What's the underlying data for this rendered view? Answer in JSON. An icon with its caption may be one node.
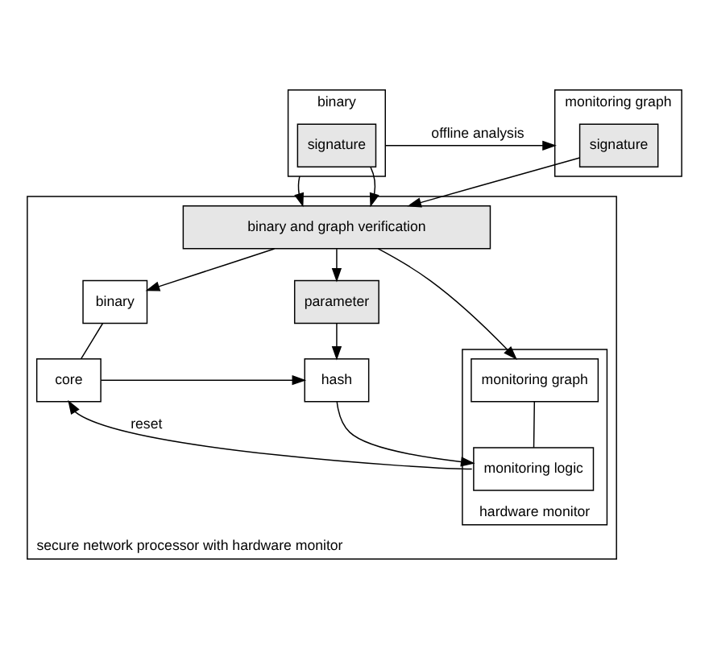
{
  "diagram": {
    "nodes": [
      {
        "text": [
          "binary"
        ]
      },
      {
        "text": [
          "signature"
        ],
        "in": 0
      },
      {
        "text": [
          "monitoring graph"
        ]
      },
      {
        "text": [
          "signature"
        ],
        "in": 2
      },
      {
        "text": [
          "secure network processor with hardware monitor"
        ]
      },
      {
        "text": [
          "binary and graph verification"
        ],
        "in": 4
      },
      {
        "text": [
          "binary"
        ],
        "in": 4
      },
      {
        "text": [
          "core"
        ],
        "in": 4
      },
      {
        "text": [
          "parameter"
        ],
        "in": 4
      },
      {
        "text": [
          "hash"
        ],
        "in": 4
      },
      {
        "text": [
          "hardware monitor"
        ],
        "in": 4
      },
      {
        "text": [
          "monitoring graph"
        ],
        "in": 10
      },
      {
        "text": [
          "monitoring logic"
        ],
        "in": 10
      }
    ],
    "edges": [
      {
        "from": 0,
        "to": 2,
        "arrow": "to",
        "label": "offline analysis"
      },
      {
        "from": 0,
        "to": 5,
        "arrow": "to"
      },
      {
        "from": 1,
        "to": 5,
        "arrow": "to"
      },
      {
        "from": 3,
        "to": 5,
        "arrow": "to"
      },
      {
        "from": 5,
        "to": 6,
        "arrow": "to"
      },
      {
        "from": 5,
        "to": 8,
        "arrow": "to"
      },
      {
        "from": 5,
        "to": 11,
        "arrow": "to"
      },
      {
        "from": 6,
        "to": 7,
        "arrow": "none"
      },
      {
        "from": 8,
        "to": 9,
        "arrow": "to"
      },
      {
        "from": 7,
        "to": 9,
        "arrow": "to"
      },
      {
        "from": 9,
        "to": 12,
        "arrow": "to"
      },
      {
        "from": 11,
        "to": 12,
        "arrow": "none"
      },
      {
        "from": 12,
        "to": 7,
        "arrow": "to",
        "label": "reset"
      }
    ]
  }
}
